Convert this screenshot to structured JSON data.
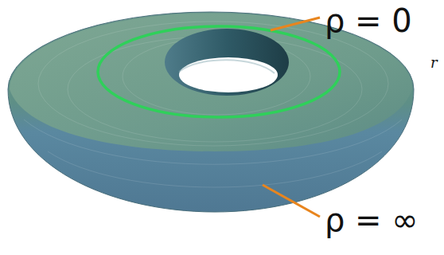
{
  "diagram": {
    "labels": [
      "ρ = 0",
      "ρ = ∞",
      "r"
    ]
  }
}
